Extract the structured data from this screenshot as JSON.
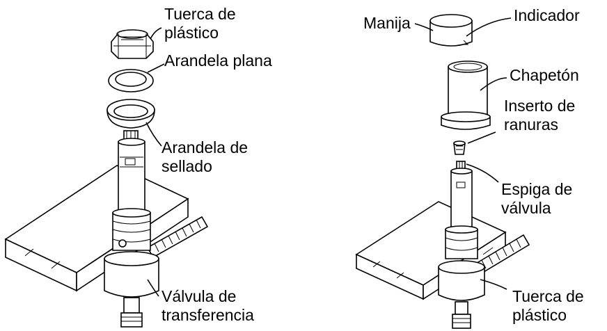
{
  "left": {
    "labels": {
      "tuerca_line1": "Tuerca de",
      "tuerca_line2": "plástico",
      "arandela_plana": "Arandela plana",
      "arandela_sellado_line1": "Arandela de",
      "arandela_sellado_line2": "sellado",
      "valvula_line1": "Válvula de",
      "valvula_line2": "transferencia"
    }
  },
  "right": {
    "labels": {
      "manija": "Manija",
      "indicador": "Indicador",
      "chapeton": "Chapetón",
      "inserto_line1": "Inserto de",
      "inserto_line2": "ranuras",
      "espiga_line1": "Espiga de",
      "espiga_line2": "válvula",
      "tuerca_line1": "Tuerca de",
      "tuerca_line2": "plástico"
    }
  }
}
